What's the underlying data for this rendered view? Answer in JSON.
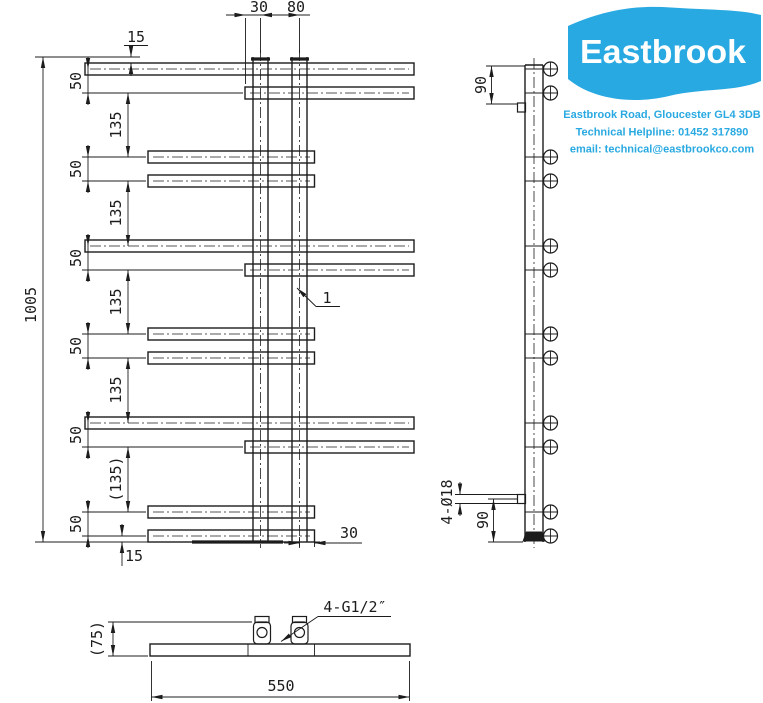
{
  "drawing": {
    "line_color": "#1c1c1c",
    "background_color": "#ffffff"
  },
  "logo": {
    "brand": "Eastbrook",
    "brand_color": "#29A9E1",
    "address_line1": "Eastbrook Road, Gloucester GL4 3DB",
    "address_line2": "Technical Helpline: 01452 317890",
    "address_line3": "email: technical@eastbrookco.com"
  },
  "front_view": {
    "overall_height": "1005",
    "top_inset": "15",
    "tube_offset": "30",
    "tube_spacing": "80",
    "rail_pair_spacing": [
      "50",
      "50",
      "50",
      "50",
      "50",
      "50"
    ],
    "pair_gaps": [
      "135",
      "135",
      "135",
      "135",
      "(135)"
    ],
    "bottom_inset": "15",
    "bottom_rail_overhang": "30",
    "item_label": "1"
  },
  "side_view": {
    "top_bracket_offset": "90",
    "bottom_bracket_offset": "90",
    "bracket_spec": "4-Ø18"
  },
  "bottom_view": {
    "depth": "(75)",
    "width": "550",
    "connection_spec": "4-G1/2″"
  }
}
